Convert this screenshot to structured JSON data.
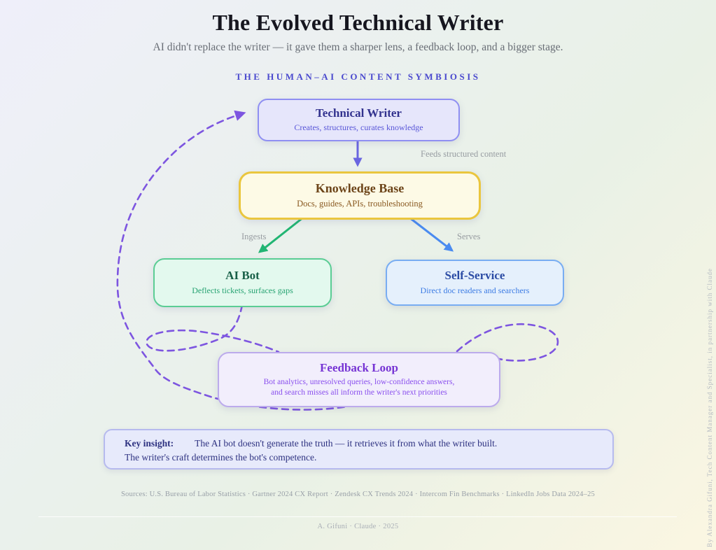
{
  "header": {
    "title": "The Evolved Technical Writer",
    "subtitle": "AI didn't replace the writer — it gave them a sharper lens, a feedback loop, and a bigger stage.",
    "eyebrow": "THE HUMAN–AI CONTENT SYMBIOSIS"
  },
  "nodes": {
    "technical_writer": {
      "title": "Technical Writer",
      "subtitle": "Creates, structures, curates knowledge"
    },
    "knowledge_base": {
      "title": "Knowledge Base",
      "subtitle": "Docs, guides, APIs, troubleshooting"
    },
    "ai_bot": {
      "title": "AI Bot",
      "subtitle": "Deflects tickets, surfaces gaps"
    },
    "self_service": {
      "title": "Self-Service",
      "subtitle": "Direct doc readers and searchers"
    },
    "feedback_loop": {
      "title": "Feedback Loop",
      "subtitle_line1": "Bot analytics, unresolved queries, low-confidence answers,",
      "subtitle_line2": "and search misses all inform the writer's next priorities"
    }
  },
  "edge_labels": {
    "writer_to_kb": "Feeds structured content",
    "kb_to_bot": "Ingests",
    "kb_to_self_service": "Serves"
  },
  "key_insight": {
    "label": "Key insight:",
    "line1": "The AI bot doesn't generate the truth — it retrieves it from what the writer built.",
    "line2": "The writer's craft determines the bot's competence."
  },
  "footer": {
    "sources": "Sources: U.S. Bureau of Labor Statistics · Gartner 2024 CX Report · Zendesk CX Trends 2024 · Intercom Fin Benchmarks · LinkedIn Jobs Data 2024–25",
    "credit": "A. Gifuni · Claude · 2025",
    "side_credit": "By Alexandra Gifuni, Tech Content Manager and Specialist, in partnership with Claude"
  },
  "colors": {
    "writer_border": "#8f8ff2",
    "writer_bg": "#e6e6fb",
    "writer_title": "#32328e",
    "writer_subtitle": "#5956d8",
    "kb_border": "#eac63e",
    "kb_bg": "#fdfae6",
    "kb_title": "#6d4519",
    "kb_subtitle": "#8a5a22",
    "bot_border": "#5bcd94",
    "bot_bg": "#e3f9ee",
    "bot_title": "#175f47",
    "bot_subtitle": "#27a372",
    "self_border": "#78adf2",
    "self_bg": "#e5f0fc",
    "self_title": "#2b4ba4",
    "self_subtitle": "#3d7ce4",
    "feedback_border": "#bcabec",
    "feedback_bg": "#f2eefc",
    "feedback_title": "#7634d4",
    "feedback_subtitle": "#8a4fee",
    "loop_dash": "#7d55e0",
    "arrow_purple": "#6a66e0",
    "arrow_green": "#22b573",
    "arrow_blue": "#4a8bf0",
    "insight_bg": "#e7eafb",
    "insight_border": "#b6baee",
    "insight_text": "#2d3180",
    "eyebrow_text": "#4a49ce"
  }
}
